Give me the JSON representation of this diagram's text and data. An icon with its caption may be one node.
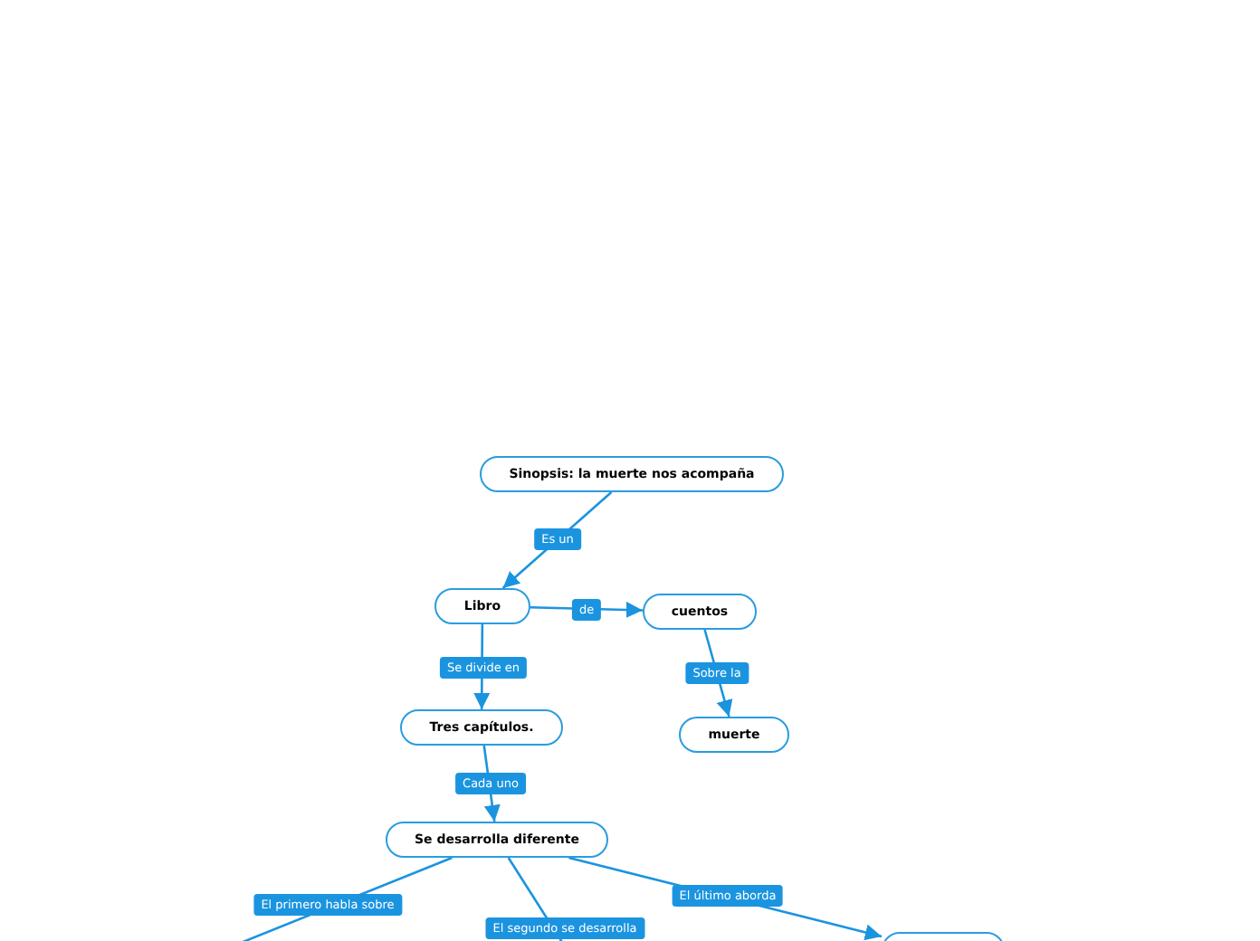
{
  "diagram": {
    "nodes": [
      {
        "text": [
          "Sinopsis: la muerte nos acompaña"
        ]
      },
      {
        "text": [
          "Libro"
        ]
      },
      {
        "text": [
          "cuentos"
        ]
      },
      {
        "text": [
          "muerte"
        ]
      },
      {
        "text": [
          "Tres capítulos."
        ]
      },
      {
        "text": [
          "Se desarrolla diferente"
        ]
      },
      {
        "text": [],
        "shape": "box"
      }
    ],
    "edges": [
      {
        "from": 0,
        "to": 1,
        "arrow": "to",
        "label": "Es un"
      },
      {
        "from": 1,
        "to": 2,
        "arrow": "to",
        "label": "de"
      },
      {
        "from": 2,
        "to": 3,
        "arrow": "to",
        "label": "Sobre la"
      },
      {
        "from": 1,
        "to": 4,
        "arrow": "to",
        "label": "Se divide en"
      },
      {
        "from": 4,
        "to": 5,
        "arrow": "to",
        "label": "Cada uno"
      },
      {
        "from": 5,
        "to": null,
        "arrow": "none",
        "label": "El primero habla sobre"
      },
      {
        "from": 5,
        "to": null,
        "arrow": "none",
        "label": "El segundo se desarrolla"
      },
      {
        "from": 5,
        "to": 6,
        "arrow": "to",
        "label": "El último aborda"
      }
    ]
  }
}
